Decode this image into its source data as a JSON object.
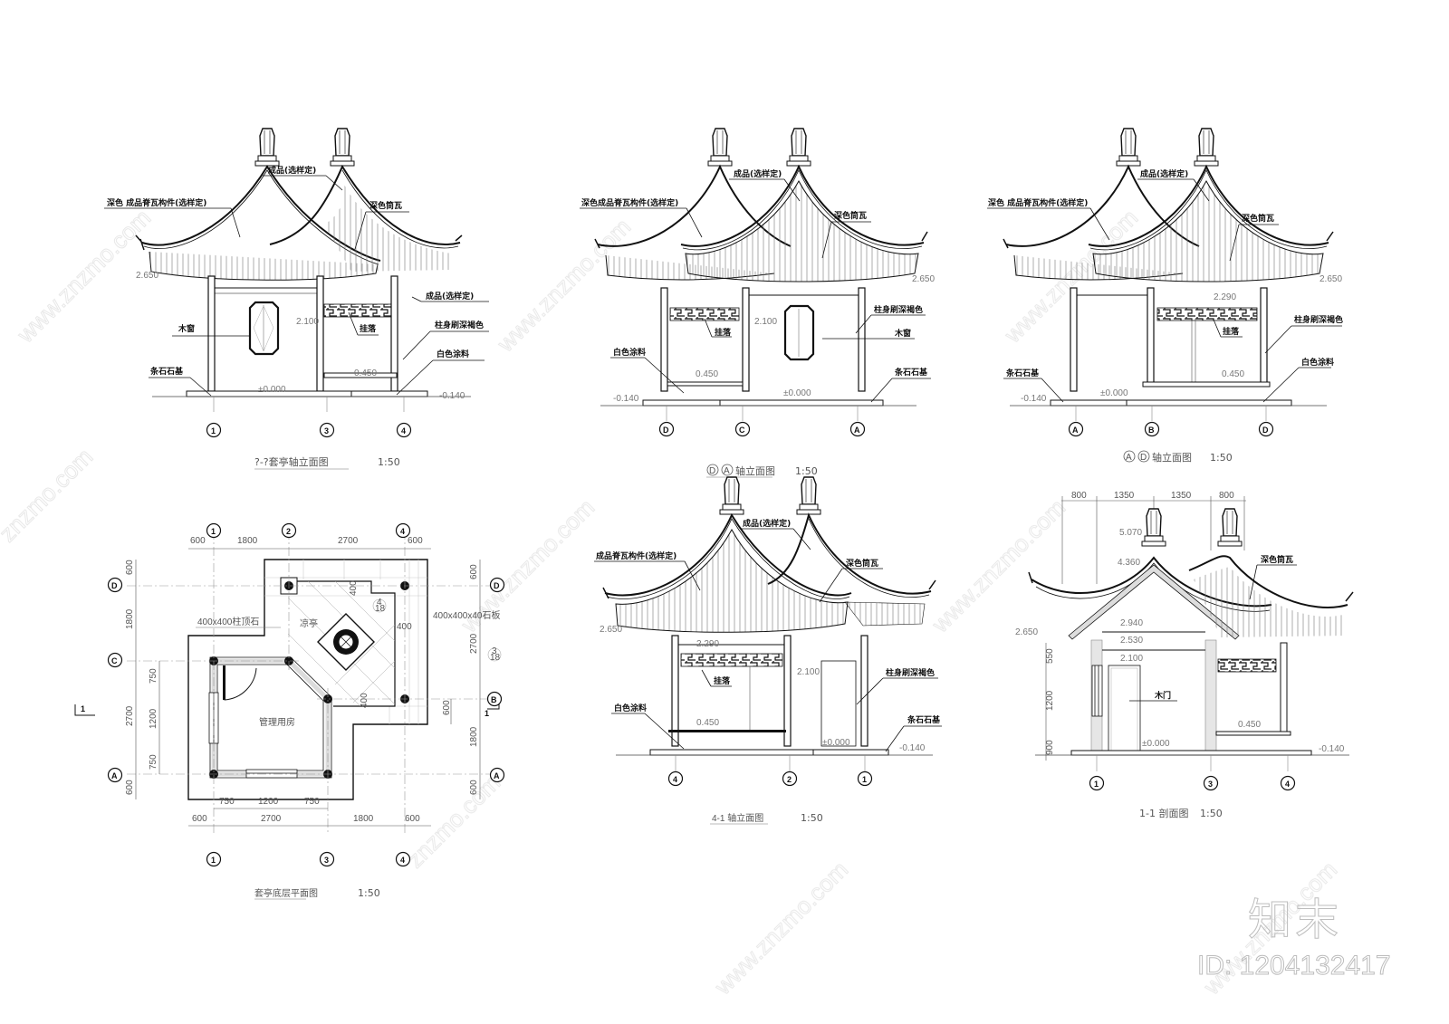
{
  "sheet": {
    "watermark_logo": "知末",
    "watermark_id": "ID: 1204132417",
    "watermark_text": "www.znzmo.com"
  },
  "views": [
    {
      "id": "elev-1-4",
      "title": "?-?套亭轴立面图",
      "scale": "1:50",
      "labels": [
        "成品(选样定)",
        "深色 成品脊瓦构件(选样定)",
        "深色筒瓦",
        "成品(选样定)",
        "木窗",
        "挂落",
        "柱身刷深褐色",
        "白色涂料",
        "条石石基"
      ],
      "elevations": [
        "2.650",
        "2.100",
        "0.450",
        "±0.000",
        "-0.140"
      ],
      "axes": [
        "1",
        "3",
        "4"
      ]
    },
    {
      "id": "elev-D-A",
      "title": "D-A轴立面图",
      "title_axes": [
        "D",
        "A"
      ],
      "title_suffix": "轴立面图",
      "scale": "1:50",
      "labels": [
        "成品(选样定)",
        "深色成品脊瓦构件(选样定)",
        "深色筒瓦",
        "柱身刷深褐色",
        "木窗",
        "挂落",
        "白色涂料",
        "条石石基"
      ],
      "elevations": [
        "2.650",
        "2.100",
        "0.450",
        "±0.000",
        "-0.140"
      ],
      "axes": [
        "D",
        "C",
        "A"
      ]
    },
    {
      "id": "elev-A-D",
      "title": "A-D轴立面图",
      "title_axes": [
        "A",
        "D"
      ],
      "title_suffix": "轴立面图",
      "scale": "1:50",
      "labels": [
        "成品(选样定)",
        "深色 成品脊瓦构件(选样定)",
        "深色筒瓦",
        "挂落",
        "柱身刷深褐色",
        "白色涂料",
        "条石石基"
      ],
      "elevations": [
        "2.650",
        "2.290",
        "0.450",
        "±0.000",
        "-0.140"
      ],
      "axes": [
        "A",
        "B",
        "D"
      ]
    },
    {
      "id": "plan",
      "title": "套亭底层平面图",
      "scale": "1:50",
      "rooms": [
        "凉亭",
        "管理用房"
      ],
      "notes": [
        "400x400柱顶石",
        "400x400x40石板"
      ],
      "detail_refs": [
        {
          "num": "4",
          "sheet": "18"
        },
        {
          "num": "3",
          "sheet": "18"
        }
      ],
      "section_mark": "1",
      "top_axes": [
        "1",
        "2",
        "4"
      ],
      "bottom_axes": [
        "1",
        "3",
        "4"
      ],
      "left_axes": [
        "D",
        "C",
        "A"
      ],
      "right_axes": [
        "D",
        "B",
        "A"
      ],
      "top_dims": [
        "600",
        "1800",
        "2700",
        "600"
      ],
      "bottom_dims_inner": [
        "750",
        "1200",
        "750"
      ],
      "bottom_dims_outer": [
        "600",
        "2700",
        "1800",
        "600"
      ],
      "left_dims_outer": [
        "600",
        "1800",
        "2700",
        "600"
      ],
      "left_dims_inner": [
        "750",
        "1200",
        "750"
      ],
      "right_dims": [
        "600",
        "2700",
        "600",
        "1800",
        "600"
      ],
      "inner_dims": [
        "400",
        "400",
        "400"
      ]
    },
    {
      "id": "elev-4-1",
      "title": "4-1 轴立面图",
      "scale": "1:50",
      "labels": [
        "成品(选样定)",
        "成品脊瓦构件(选样定)",
        "深色筒瓦",
        "挂落",
        "柱身刷深褐色",
        "白色涂料",
        "条石石基"
      ],
      "elevations": [
        "2.650",
        "2.290",
        "2.100",
        "0.450",
        "±0.000",
        "-0.140"
      ],
      "axes": [
        "4",
        "2",
        "1"
      ]
    },
    {
      "id": "section-1-1",
      "title": "1-1 剖面图",
      "scale": "1:50",
      "labels": [
        "深色筒瓦",
        "木门"
      ],
      "top_dims": [
        "800",
        "1350",
        "1350",
        "800"
      ],
      "left_dims": [
        "550",
        "1200",
        "900"
      ],
      "elevations": [
        "5.070",
        "4.360",
        "2.940",
        "2.650",
        "2.530",
        "2.100",
        "0.450",
        "±0.000",
        "-0.140"
      ],
      "axes": [
        "1",
        "3",
        "4"
      ]
    }
  ]
}
